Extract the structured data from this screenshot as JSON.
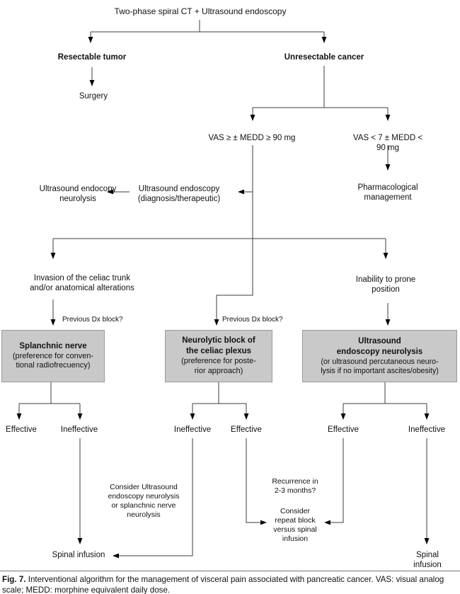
{
  "figure": {
    "caption_label": "Fig. 7.",
    "caption_text": " Interventional algorithm for the management of visceral pain associated with pancreatic cancer. VAS: visual analog scale; MEDD: morphine equivalent daily dose."
  },
  "colors": {
    "box_fill": "#c9c9c9",
    "box_border": "#9a9a9a",
    "line": "#3c3c3c",
    "ink": "#111111"
  },
  "nodes": {
    "title": "Two-phase spiral CT + Ultrasound endoscopy",
    "resectable": "Resectable tumor",
    "unresectable": "Unresectable cancer",
    "surgery": "Surgery",
    "vas_high": "VAS ≥ ± MEDD ≥ 90 mg",
    "vas_low": "VAS < 7 ± MEDD < 90 mg",
    "ue_neurolysis": "Ultrasound endocopy\nneurolysis",
    "ue_diagnostic": "Ultrasound endoscopy\n(diagnosis/therapeutic)",
    "pharmacological": "Pharmacological\nmanagement",
    "invasion": "Invasion of the celiac trunk\nand/or anatomical alterations",
    "inability": "Inability to prone position",
    "previous_dx_left": "Previous Dx block?",
    "previous_dx_middle": "Previous Dx block?",
    "box_splanchnic_title": "Splanchnic nerve",
    "box_splanchnic_sub": "(preference for conven-\ntional radiofrecuency)",
    "box_neurolytic_title": "Neurolytic block of\nthe celiac plexus",
    "box_neurolytic_sub": "(preference for poste-\nrior approach)",
    "box_ultrasound_title": "Ultrasound\nendoscopy neurolysis",
    "box_ultrasound_sub": "(or ultrasound percutaneous neuro-\nlysis if no important ascites/obesity)",
    "left_effective": "Effective",
    "left_ineffective": "Ineffective",
    "mid_ineffective": "Ineffective",
    "mid_effective": "Effective",
    "right_effective": "Effective",
    "right_ineffective": "Ineffective",
    "consider_ue": "Consider Ultrasound\nendoscopy neurolysis\nor splanchnic nerve\nneurolysis",
    "recurrence": "Recurrence in\n2-3 months?",
    "consider_repeat": "Consider\nrepeat block\nversus spinal\ninfusion",
    "spinal_left": "Spinal infusion",
    "spinal_right": "Spinal infusion"
  }
}
